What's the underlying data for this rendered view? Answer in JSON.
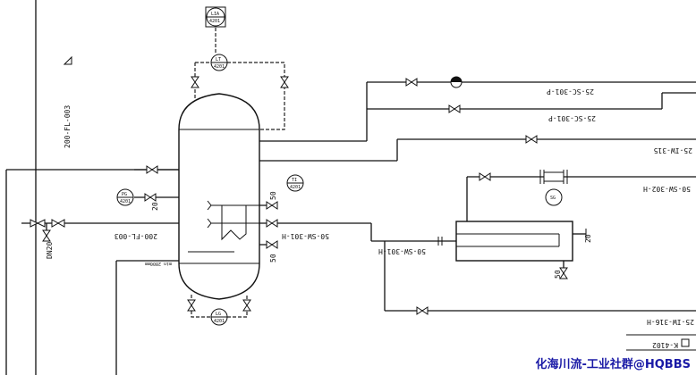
{
  "drawing": {
    "line_200_fl_003_vertical": "200-FL-003",
    "line_200_fl_003_inlet": "200-FL-003",
    "line_25_sc_301_p_upper": "25-SC-301-P",
    "line_25_sc_301_p_lower": "25-SC-301-P",
    "line_25_iw_315": "25-IW-315",
    "line_50_sw_302_h": "50-SW-302-H",
    "line_50_sw_301_h_vessel": "50-SW-301-H",
    "line_50_sw_301_h_exchanger": "50-SW-301-H",
    "line_25_iw_316_h": "25-IW-316-H",
    "drain_dn20": "DN20",
    "min_level_note": "min 2800mm",
    "sheet_ref": "K-4102",
    "nozzle_50_upper": "50",
    "nozzle_20_left": "20",
    "nozzle_50_lower": "50",
    "nozzle_50_exchanger": "50",
    "nozzle_20_exchanger": "20",
    "instruments": {
      "lia": [
        "LIA",
        "4201"
      ],
      "lt_top": [
        "LT",
        "4201"
      ],
      "pg": [
        "PG",
        "4201"
      ],
      "ti": [
        "TI",
        "4201"
      ],
      "lt_bottom": [
        "LG",
        "4201"
      ],
      "sg": "SG"
    }
  },
  "watermark": "化海川流-工业社群@HQBBS",
  "colors": {
    "lines": "#111111",
    "watermark": "#1a1aa6",
    "background": "#ffffff"
  }
}
